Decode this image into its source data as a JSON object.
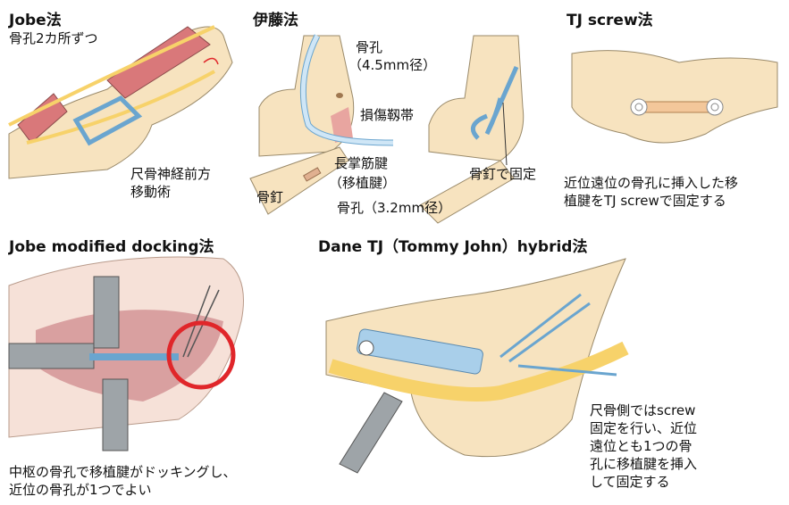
{
  "colors": {
    "bone": "#f7e3bf",
    "bone_stroke": "#9a8a6a",
    "tendon": "#cfe6f6",
    "tendon_stroke": "#6aa5cf",
    "muscle": "#d9787a",
    "nerve": "#f7d26a",
    "skin": "#f6e1d8",
    "highlight_ring": "#e0262a",
    "instrument": "#9ea4a8"
  },
  "jobe": {
    "title": "Jobe法",
    "sub": "骨孔2カ所ずつ",
    "label_nerve_1": "尺骨神経前方",
    "label_nerve_2": "移動術"
  },
  "ito": {
    "title": "伊藤法",
    "label_hole_big_1": "骨孔",
    "label_hole_big_2": "（4.5mm径）",
    "label_ligament": "損傷靱帯",
    "label_tendon_1": "長掌筋腱",
    "label_tendon_2": "（移植腱）",
    "label_peg": "骨釘",
    "label_hole_small": "骨孔（3.2mm径）",
    "label_fixed": "骨釘で固定"
  },
  "tj_screw": {
    "title": "TJ screw法",
    "caption_1": "近位遠位の骨孔に挿入した移",
    "caption_2": "植腱をTJ screwで固定する"
  },
  "docking": {
    "title": "Jobe modified docking法",
    "caption_1": "中枢の骨孔で移植腱がドッキングし、",
    "caption_2": "近位の骨孔が1つでよい"
  },
  "hybrid": {
    "title": "Dane TJ（Tommy John）hybrid法",
    "caption_1": "尺骨側ではscrew",
    "caption_2": "固定を行い、近位",
    "caption_3": "遠位とも1つの骨",
    "caption_4": "孔に移植腱を挿入",
    "caption_5": "して固定する"
  }
}
